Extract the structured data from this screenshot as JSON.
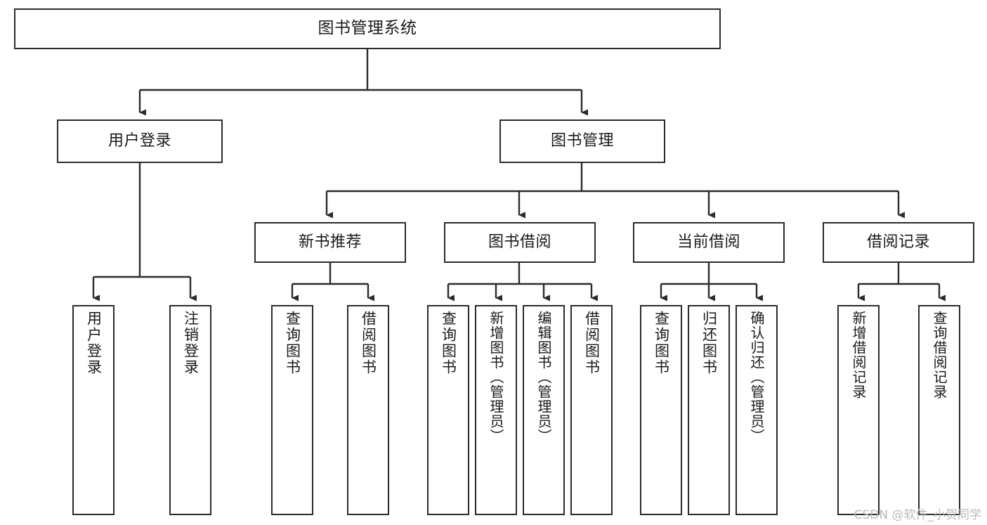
{
  "diagram": {
    "title": "图书管理系统",
    "stroke_color": "#2b2b2b",
    "fill_color": "#ffffff",
    "text_color": "#1a1a1a"
  },
  "nodes": {
    "root": {
      "label": "图书管理系统"
    },
    "level2": [
      {
        "label": "用户登录"
      },
      {
        "label": "图书管理"
      }
    ],
    "level3": [
      {
        "label": "新书推荐"
      },
      {
        "label": "图书借阅"
      },
      {
        "label": "当前借阅"
      },
      {
        "label": "借阅记录"
      }
    ],
    "leaves": {
      "user_login": [
        {
          "label": "用户登录"
        },
        {
          "label": "注销登录"
        }
      ],
      "new_book": [
        {
          "label": "查询图书"
        },
        {
          "label": "借阅图书"
        }
      ],
      "borrow_book": [
        {
          "label": "查询图书"
        },
        {
          "label": "新增图书（管理员）"
        },
        {
          "label": "编辑图书（管理员）"
        },
        {
          "label": "借阅图书"
        }
      ],
      "current_borrow": [
        {
          "label": "查询图书"
        },
        {
          "label": "归还图书"
        },
        {
          "label": "确认归还（管理员）"
        }
      ],
      "borrow_record": [
        {
          "label": "新增借阅记录"
        },
        {
          "label": "查询借阅记录"
        }
      ]
    }
  },
  "watermark": {
    "text": "CSDN @软件_小贺同学"
  }
}
